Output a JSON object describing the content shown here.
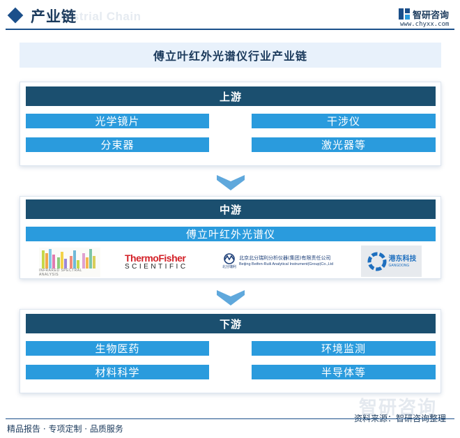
{
  "header": {
    "title": "产业链",
    "ghost_text": "Industrial Chain",
    "logo_name": "智研咨询",
    "logo_url": "www.chyxx.com"
  },
  "main_title": "傅立叶红外光谱仪行业产业链",
  "upstream": {
    "title": "上游",
    "items": [
      "光学镜片",
      "干涉仪",
      "分束器",
      "激光器等"
    ]
  },
  "midstream": {
    "title": "中游",
    "product": "傅立叶红外光谱仪",
    "companies": {
      "c1_label": "INFRARED SPECTRAL ANALYSIS",
      "c2_top": "ThermoFisher",
      "c2_bottom": "SCIENTIFIC",
      "c3_small": "北分瑞利",
      "c3_name": "北京北分瑞利分析仪器(集团)有限责任公司",
      "c3_en": "Beijing Beifen-Ruili Analytical Instrument(Group)Co.,Ltd",
      "c4_name": "港东科技",
      "c4_en": "GANGDONG"
    }
  },
  "downstream": {
    "title": "下游",
    "items": [
      "生物医药",
      "环境监测",
      "材料科学",
      "半导体等"
    ]
  },
  "footer": {
    "watermark": "智研咨询",
    "source": "资料来源：智研咨询整理",
    "tagline": "精品报告 · 专项定制 · 品质服务"
  },
  "colors": {
    "brand_navy": "#1b4f8a",
    "stage_header": "#1b4f6f",
    "item_blue": "#2a9bdd",
    "banner_bg": "#e8f1fb",
    "arrow_blue": "#5fa8dc"
  }
}
